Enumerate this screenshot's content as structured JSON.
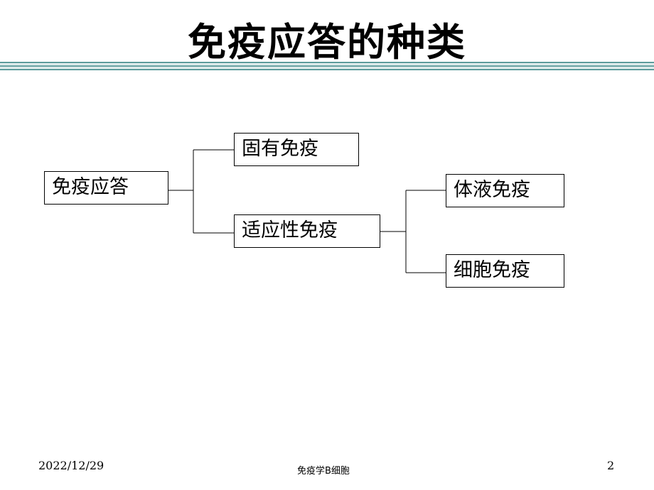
{
  "slide": {
    "title": "免疫应答的种类"
  },
  "diagram": {
    "root": "免疫应答",
    "innate": "固有免疫",
    "adaptive": "适应性免疫",
    "humoral": "体液免疫",
    "cellular": "细胞免疫"
  },
  "footer": {
    "date": "2022/12/29",
    "center_text": "免疫学B细胞",
    "page_number": "2"
  },
  "colors": {
    "rule_teal": "#5a9a9a",
    "rule_light": "#b7d3d3",
    "line": "#000000"
  }
}
